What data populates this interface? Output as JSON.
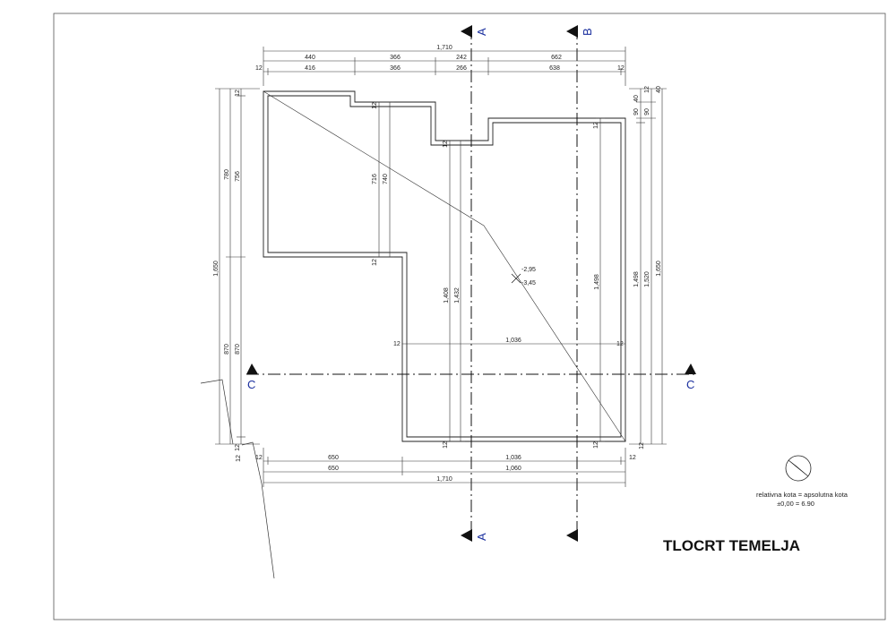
{
  "drawing": {
    "title": "TLOCRT TEMELJA",
    "legend_line1": "relativna kota = apsolutna kota",
    "legend_line2": "±0,00 = 6.90",
    "level_top": "-2,95",
    "level_bottom": "-3,45",
    "north_icon": "north-arrow-icon",
    "sections": {
      "a_top": "A",
      "b_top": "B",
      "a_bottom": "A",
      "c_left": "C",
      "c_right": "C"
    },
    "dims_top": {
      "overall": "1,710",
      "row1": [
        "440",
        "366",
        "242",
        "662"
      ],
      "row2": [
        "416",
        "366",
        "266",
        "638"
      ],
      "end_left": "12",
      "end_right": "12"
    },
    "dims_bottom": {
      "row1": [
        "650",
        "1,036"
      ],
      "row2": [
        "650",
        "1,060"
      ],
      "overall": "1,710",
      "end_left": "12",
      "end_right": "12"
    },
    "dims_left": {
      "overall": "1,650",
      "outer": [
        "780",
        "870"
      ],
      "inner": [
        "12",
        "756",
        "870",
        "12"
      ]
    },
    "dims_right": {
      "col1": [
        "40",
        "90",
        "1,498"
      ],
      "col2": [
        "12",
        "90",
        "1,520"
      ],
      "col3": [
        "40",
        "1,650"
      ]
    },
    "dims_interior": {
      "notch_outer": "740",
      "notch_inner": "716",
      "v1": "1,408",
      "v2": "1,432",
      "v3": "1,498",
      "horizontal": "1,036",
      "ticks": [
        "12",
        "12",
        "12",
        "12",
        "12",
        "12",
        "12",
        "12",
        "12",
        "12"
      ]
    }
  }
}
